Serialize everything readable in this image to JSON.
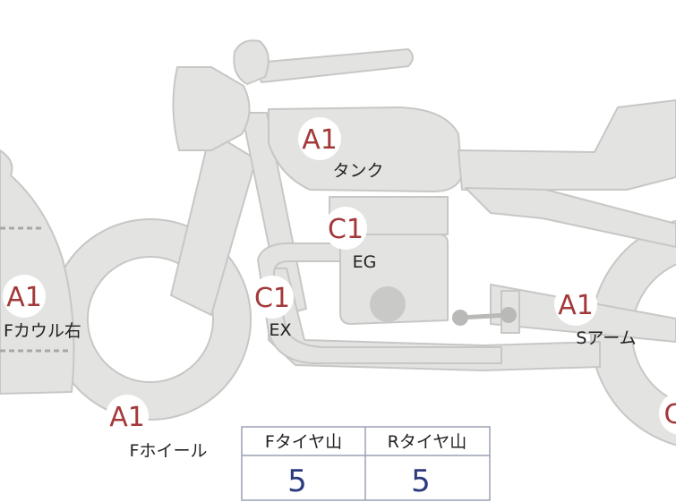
{
  "parts": [
    {
      "id": "tank",
      "grade": "A1",
      "label": "タンク"
    },
    {
      "id": "engine",
      "grade": "C1",
      "label": "EG"
    },
    {
      "id": "exhaust",
      "grade": "C1",
      "label": "EX"
    },
    {
      "id": "front-cowl-right",
      "grade": "A1",
      "label": "Fカウル右"
    },
    {
      "id": "front-wheel",
      "grade": "A1",
      "label": "Fホイール"
    },
    {
      "id": "swing-arm",
      "grade": "A1",
      "label": "Sアーム"
    },
    {
      "id": "rear-partial",
      "grade": "C",
      "label": ""
    }
  ],
  "tire_table": {
    "headers": [
      "Fタイヤ山",
      "Rタイヤ山"
    ],
    "values": [
      "5",
      "5"
    ]
  },
  "colors": {
    "body_fill": "#e3e3e1",
    "body_stroke": "#c7c7c5",
    "grade_text": "#a3393b",
    "value_text": "#2c3a7e",
    "table_border": "#9aa0b4"
  }
}
